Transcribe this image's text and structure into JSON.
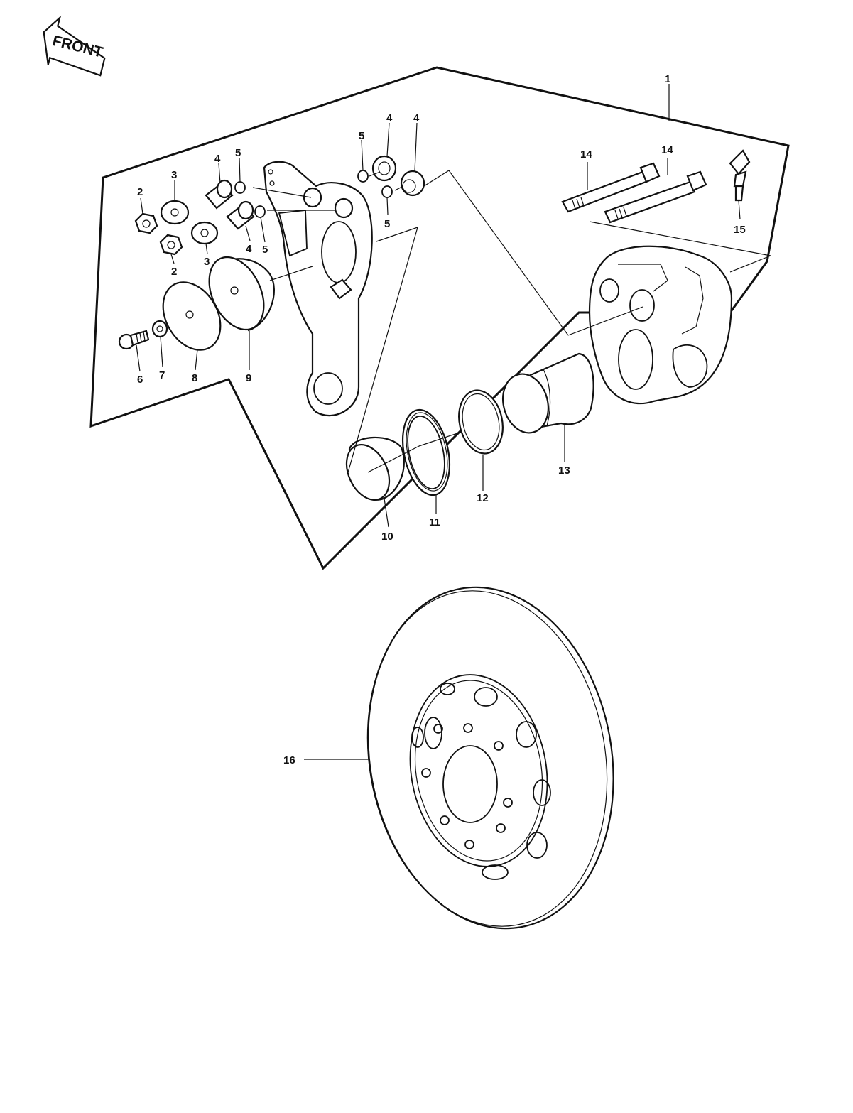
{
  "front_arrow": {
    "label": "FRONT"
  },
  "callouts": [
    {
      "id": "c1",
      "text": "1"
    },
    {
      "id": "c2a",
      "text": "2"
    },
    {
      "id": "c2b",
      "text": "2"
    },
    {
      "id": "c3a",
      "text": "3"
    },
    {
      "id": "c3b",
      "text": "3"
    },
    {
      "id": "c4a",
      "text": "4"
    },
    {
      "id": "c4b",
      "text": "4"
    },
    {
      "id": "c4c",
      "text": "4"
    },
    {
      "id": "c4d",
      "text": "4"
    },
    {
      "id": "c5a",
      "text": "5"
    },
    {
      "id": "c5b",
      "text": "5"
    },
    {
      "id": "c5c",
      "text": "5"
    },
    {
      "id": "c5d",
      "text": "5"
    },
    {
      "id": "c6",
      "text": "6"
    },
    {
      "id": "c7",
      "text": "7"
    },
    {
      "id": "c8",
      "text": "8"
    },
    {
      "id": "c9",
      "text": "9"
    },
    {
      "id": "c10",
      "text": "10"
    },
    {
      "id": "c11",
      "text": "11"
    },
    {
      "id": "c12",
      "text": "12"
    },
    {
      "id": "c13",
      "text": "13"
    },
    {
      "id": "c14a",
      "text": "14"
    },
    {
      "id": "c14b",
      "text": "14"
    },
    {
      "id": "c15",
      "text": "15"
    },
    {
      "id": "c16",
      "text": "16"
    }
  ]
}
